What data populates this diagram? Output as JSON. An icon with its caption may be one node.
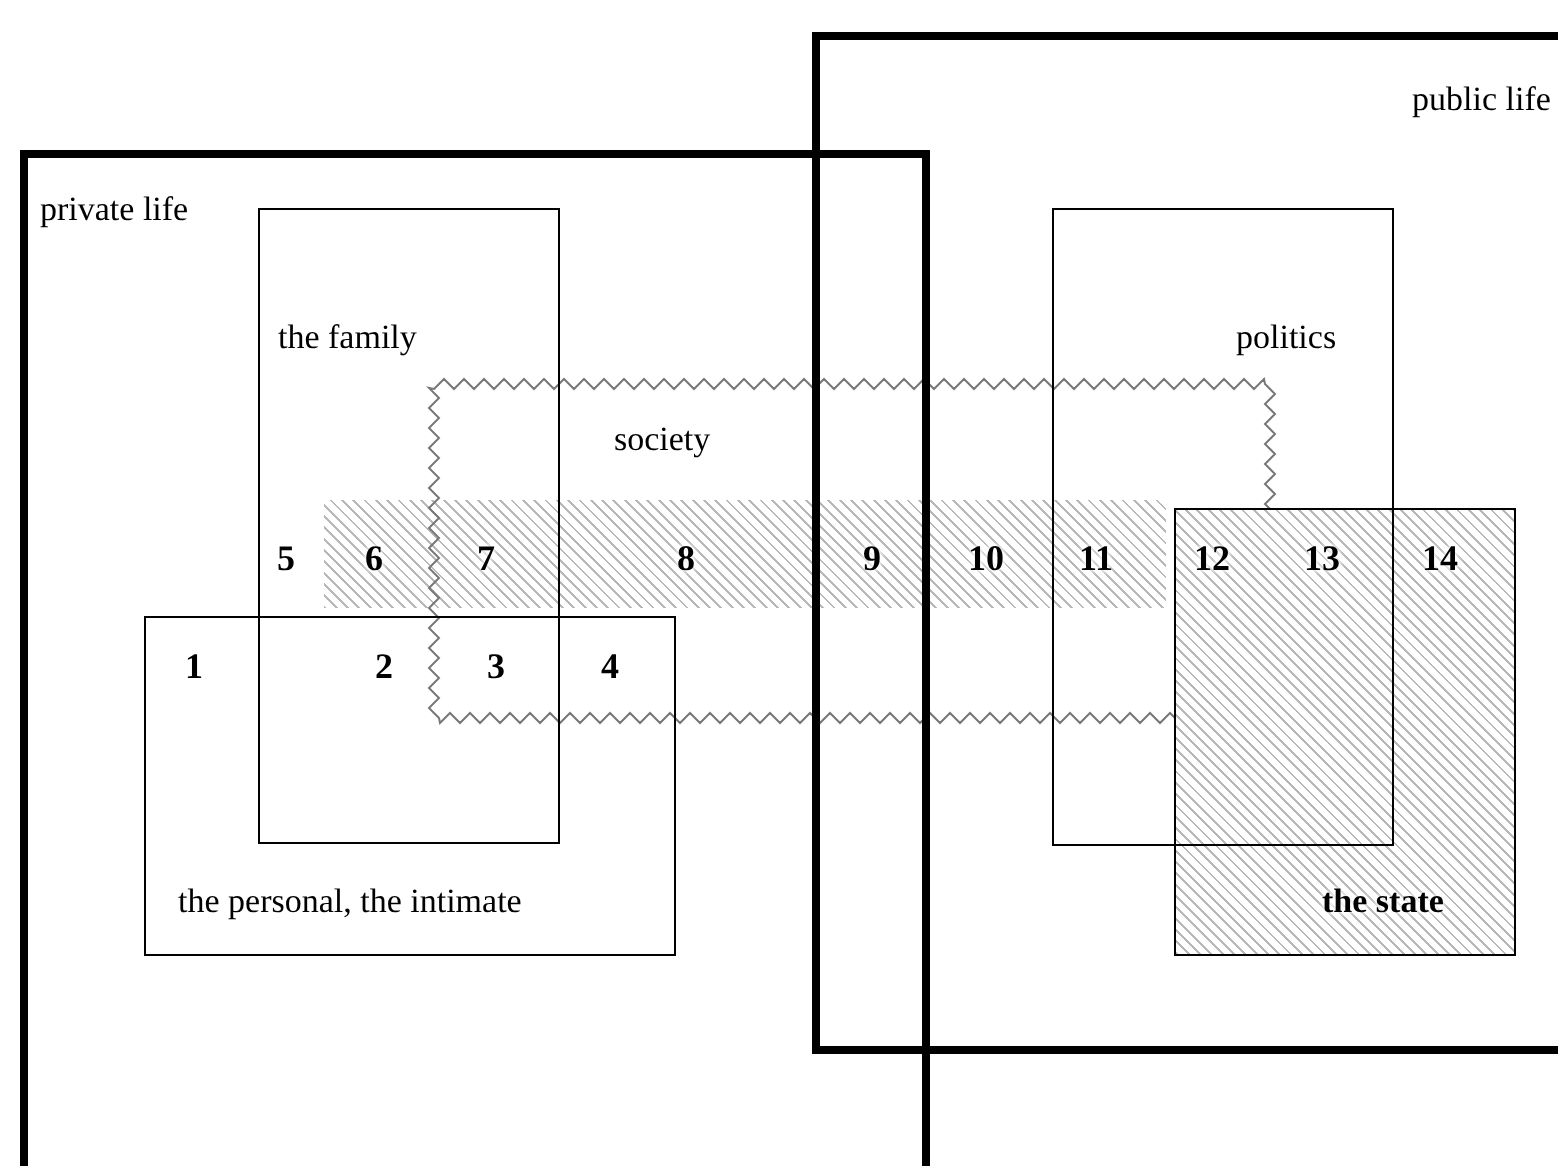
{
  "diagram": {
    "nodes": [
      {
        "text": [
          "private life"
        ]
      },
      {
        "text": [
          "public life"
        ]
      },
      {
        "text": [
          "the family"
        ],
        "in": 0
      },
      {
        "text": [
          "society"
        ]
      },
      {
        "text": [
          "politics"
        ],
        "in": 1
      },
      {
        "text": [
          "the personal, the intimate"
        ],
        "in": 0
      },
      {
        "text": [
          "the state"
        ],
        "in": 1
      }
    ],
    "labels": [
      "5",
      "6",
      "7",
      "8",
      "9",
      "10",
      "11",
      "12",
      "13",
      "14",
      "1",
      "2",
      "3",
      "4"
    ]
  }
}
